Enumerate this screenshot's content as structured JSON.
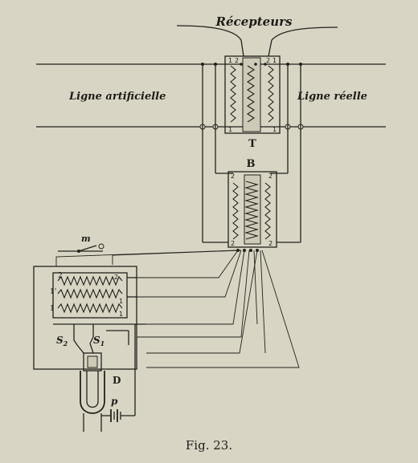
{
  "labels": {
    "receivers": "Récepteurs",
    "artificial_line": "Ligne artificielle",
    "real_line": "Ligne réelle",
    "transformer_T": "T",
    "transformer_B": "B",
    "switch_m": "m",
    "coils_top": "2",
    "coils_mid": "1'",
    "coils_bot": "1",
    "s2": "S",
    "s2_sub": "2",
    "s1": "S",
    "s1_sub": "1",
    "device_D": "D",
    "battery_p": "p",
    "caption": "Fig. 23."
  },
  "colors": {
    "paper": "#d9d5c4",
    "ink": "#23211c"
  }
}
